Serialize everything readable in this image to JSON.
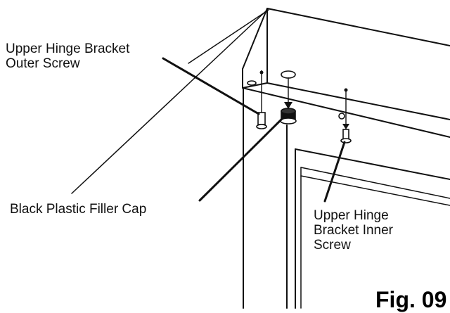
{
  "labels": {
    "outer_screw": [
      "Upper Hinge Bracket",
      "Outer Screw"
    ],
    "filler_cap": "Black Plastic Filler Cap",
    "inner_screw": [
      "Upper Hinge",
      "Bracket Inner",
      "Screw"
    ]
  },
  "figure_caption": "Fig. 09",
  "colors": {
    "line": "#111111",
    "background": "#ffffff"
  }
}
